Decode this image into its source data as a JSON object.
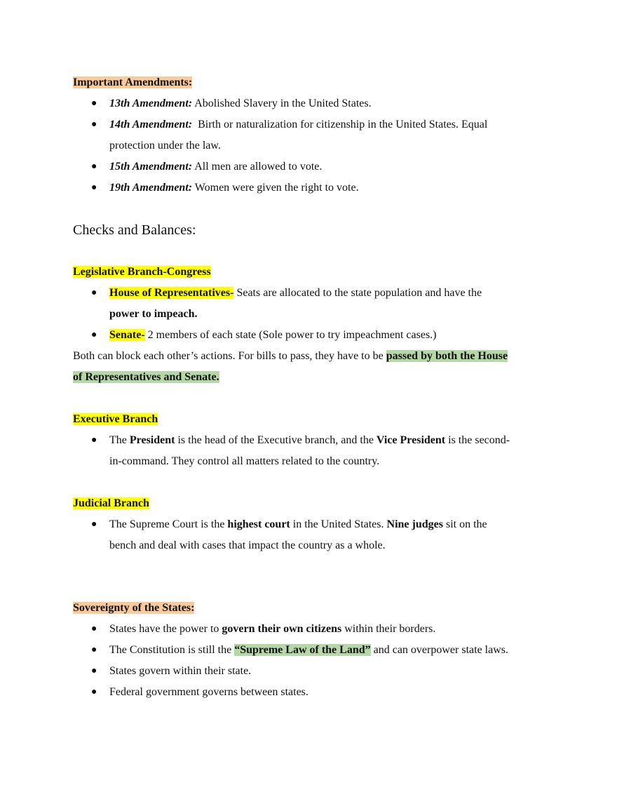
{
  "amendments": {
    "heading": "Important Amendments:",
    "items": [
      {
        "label": "13th Amendment:",
        "text": " Abolished Slavery in the United States."
      },
      {
        "label": "14th Amendment:",
        "text": "  Birth or naturalization for citizenship in the United States. Equal",
        "text2": "protection under the law."
      },
      {
        "label": "15th Amendment:",
        "text": " All men are allowed to vote."
      },
      {
        "label": "19th Amendment:",
        "text": " Women were given the right to vote."
      }
    ]
  },
  "checks": {
    "heading": "Checks and Balances:"
  },
  "legislative": {
    "heading": "Legislative Branch-Congress",
    "house_label": "House of Representatives-",
    "house_text": " Seats are allocated to the state population and have the",
    "house_bold": "power to impeach.",
    "senate_label": "Senate-",
    "senate_text": " 2 members of each state (Sole power to try impeachment cases.)",
    "both_text": "Both can block each other’s actions. For bills to pass, they have to be ",
    "both_hl1": "passed by both the House",
    "both_hl2": "of Representatives and Senate."
  },
  "executive": {
    "heading": "Executive Branch",
    "t1": "The ",
    "b1": "President",
    "t2": " is the head of the Executive branch, and the ",
    "b2": "Vice President",
    "t3": " is the second-",
    "t4": "in-command. They control all matters related to the country."
  },
  "judicial": {
    "heading": "Judicial Branch",
    "t1": "The Supreme Court is the ",
    "b1": "highest court",
    "t2": " in the United States. ",
    "b2": "Nine judges",
    "t3": " sit on the",
    "t4": "bench and deal with cases that impact the country as a whole."
  },
  "sovereignty": {
    "heading": "Sovereignty of the States:",
    "i1_t1": "States have the power to ",
    "i1_b": "govern their own citizens",
    "i1_t2": " within their borders.",
    "i2_t1": "The Constitution is still the ",
    "i2_hl": "“Supreme Law of the Land”",
    "i2_t2": " and can overpower state laws.",
    "i3": "States govern within their state.",
    "i4": "Federal government governs between states."
  },
  "bullet_glyph": "●",
  "colors": {
    "orange_highlight": "#f9cb9c",
    "yellow_highlight": "#ffff00",
    "green_highlight": "#b6d7a8"
  }
}
